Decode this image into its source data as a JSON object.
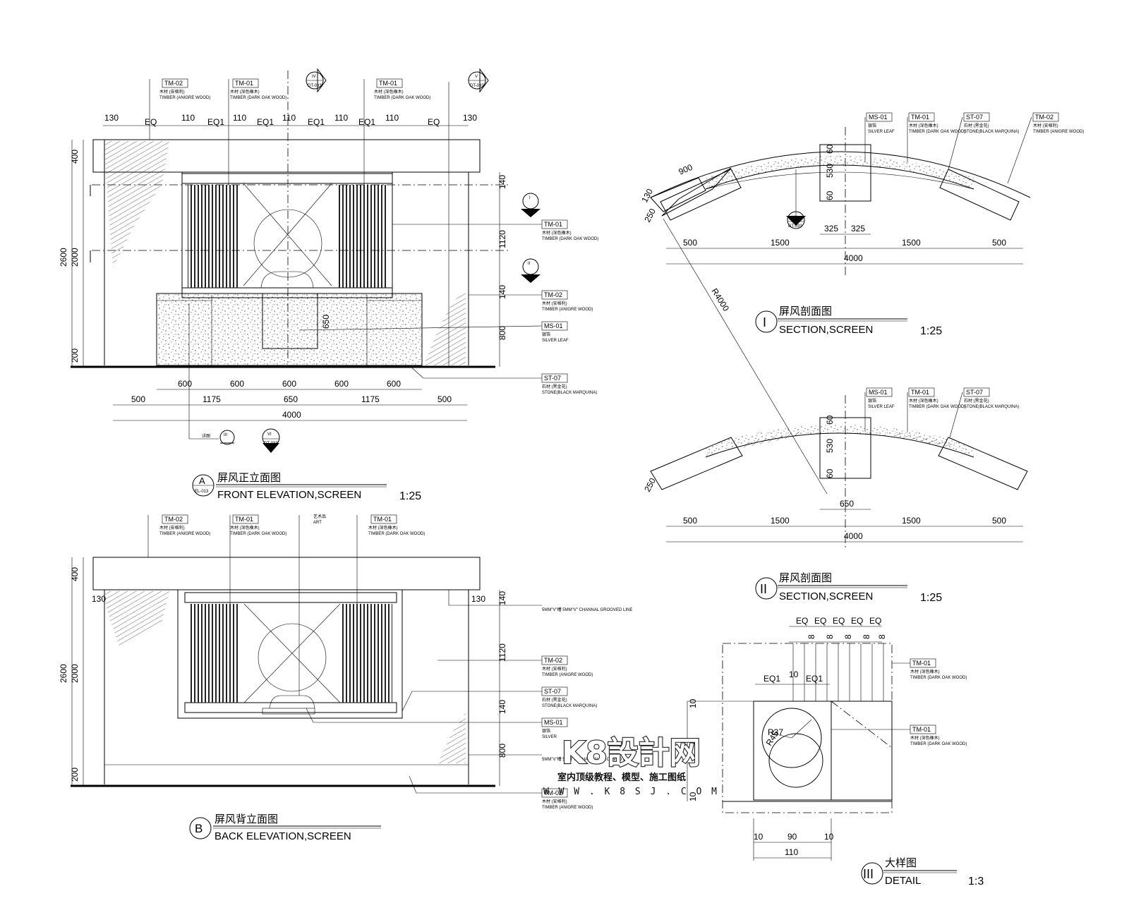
{
  "materials": {
    "tm02": {
      "code": "TM-02",
      "cn": "木材 (安格利)",
      "en": "TIMBER (ANIGRE WOOD)"
    },
    "tm01": {
      "code": "TM-01",
      "cn": "木材 (深色橡木)",
      "en": "TIMBER (DARK OAK WOOD)"
    },
    "ms01": {
      "code": "MS-01",
      "cn": "银箔",
      "en": "SILVER LEAF"
    },
    "st07": {
      "code": "ST-07",
      "cn": "石材 (黑金花)",
      "en": "STONE(BLACK MARQUINA)"
    },
    "art": {
      "cn": "艺术品",
      "en": "ART"
    },
    "groove": {
      "en": "5MM\"V\"槽 5MM\"V\" CHANNAL GROOVED LINE"
    },
    "ms01_short": {
      "en": "SILVER"
    }
  },
  "section_marks": {
    "front_top_1": {
      "num": "IV",
      "ref": "DT-033"
    },
    "front_top_2": {
      "num": "V",
      "ref": "DT-033"
    },
    "front_side_1": {
      "num": "I"
    },
    "front_side_2": {
      "num": "II"
    },
    "front_bottom_1": {
      "num": "III",
      "label": "详图"
    },
    "front_bottom_2": {
      "num": "VI",
      "ref": "DT-033"
    },
    "section1_mark": {
      "num": "VII",
      "ref": "DT-033"
    }
  },
  "front": {
    "title_cn": "屏风正立面图",
    "title_en": "FRONT  ELEVATION,SCREEN",
    "scale": "1:25",
    "badge_letter": "A",
    "badge_ref": "EL-013",
    "top_dims": [
      "130",
      "EQ",
      "110",
      "EQ1",
      "110",
      "EQ1",
      "110",
      "EQ1",
      "110",
      "EQ1",
      "110",
      "EQ",
      "130"
    ],
    "left_dims": [
      "400",
      "2600",
      "2000",
      "200"
    ],
    "right_dims": [
      "140",
      "1120",
      "140",
      "800"
    ],
    "inner_dim": "650",
    "bottom_row1": [
      "600",
      "600",
      "600",
      "600",
      "600"
    ],
    "bottom_row2": [
      "500",
      "1175",
      "650",
      "1175",
      "500"
    ],
    "bottom_total": "4000"
  },
  "back": {
    "title_cn": "屏风背立面图",
    "title_en": "BACK  ELEVATION,SCREEN",
    "badge_letter": "B",
    "left_dims": [
      "400",
      "2600",
      "2000",
      "200"
    ],
    "right_dims": [
      "140",
      "1120",
      "140",
      "800"
    ],
    "side_dims": [
      "130",
      "130"
    ]
  },
  "section1": {
    "num": "I",
    "title_cn": "屏风剖面图",
    "title_en": "SECTION,SCREEN",
    "scale": "1:25",
    "radius": "R4000",
    "dims_top": [
      "900",
      "130",
      "250"
    ],
    "dims_mid": [
      "60",
      "530",
      "60"
    ],
    "dims_row1": [
      "325",
      "325"
    ],
    "dims_row2": [
      "500",
      "1500",
      "1500",
      "500"
    ],
    "total": "4000"
  },
  "section2": {
    "num": "II",
    "title_cn": "屏风剖面图",
    "title_en": "SECTION,SCREEN",
    "scale": "1:25",
    "dims_top": [
      "250"
    ],
    "dims_mid": [
      "60",
      "530",
      "60"
    ],
    "dims_row1": [
      "650"
    ],
    "dims_row2": [
      "500",
      "1500",
      "1500",
      "500"
    ],
    "total": "4000"
  },
  "detail": {
    "num": "III",
    "title_cn": "大样图",
    "title_en": "DETAIL",
    "scale": "1:3",
    "top_eq": [
      "EQ",
      "EQ",
      "EQ",
      "EQ",
      "EQ"
    ],
    "top_8": [
      "8",
      "8",
      "8",
      "8",
      "8"
    ],
    "eq1_left": "EQ1",
    "ten": "10",
    "eq1_right": "EQ1",
    "r45": "R45",
    "r37": "R37",
    "left_10": "10",
    "bottom_10": "10",
    "bottom_dims": [
      "10",
      "90",
      "10"
    ],
    "bottom_total": "110"
  },
  "watermark": {
    "logo": "K8設計网",
    "sub": "室内顶级教程、模型、施工图纸",
    "url": "W W W . K 8 S J . C O M"
  }
}
